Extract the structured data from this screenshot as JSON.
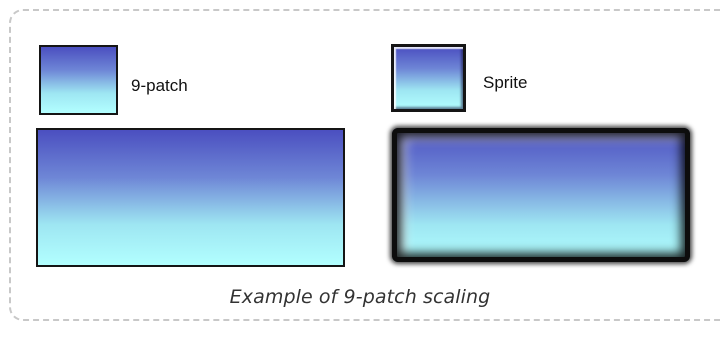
{
  "labels": {
    "ninepatch": "9-patch",
    "sprite": "Sprite"
  },
  "caption": "Example of 9-patch scaling",
  "colors": {
    "gradient_top": "#4b4fc0",
    "gradient_bottom": "#b2ffff",
    "border": "#151515",
    "frame_border": "#c8c8c8"
  }
}
